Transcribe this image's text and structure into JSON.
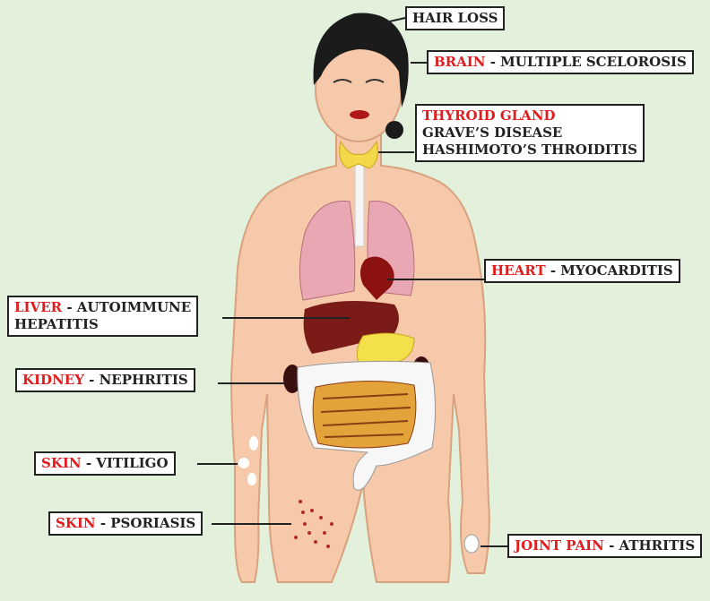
{
  "colors": {
    "background": "#e2f0dc",
    "skin": "#f6c9aa",
    "skin_outline": "#d9a27e",
    "hair": "#1b1b1b",
    "lungs": "#e9a7b4",
    "liver": "#7a1b18",
    "heart": "#8c1111",
    "thyroid": "#f3d94a",
    "intestines": "#e4a23a",
    "accent_red": "#e11d1d"
  },
  "labels": {
    "hair": {
      "text": "HAIR LOSS"
    },
    "brain": {
      "organ": "BRAIN",
      "condition": " - MULTIPLE SCELOROSIS"
    },
    "thyroid": {
      "organ": "THYROID GLAND",
      "line2": "GRAVE’S DISEASE",
      "line3": "HASHIMOTO’S THROIDITIS"
    },
    "heart": {
      "organ": "HEART",
      "condition": " - MYOCARDITIS"
    },
    "liver": {
      "organ": "LIVER",
      "condition": " - AUTOIMMUNE",
      "line2": "HEPATITIS"
    },
    "kidney": {
      "organ": "KIDNEY",
      "condition": " - NEPHRITIS"
    },
    "skin_vitiligo": {
      "organ": "SKIN",
      "condition": " - VITILIGO"
    },
    "skin_psoriasis": {
      "organ": "SKIN",
      "condition": " - PSORIASIS"
    },
    "joint": {
      "organ": "JOINT PAIN",
      "condition": " - ATHRITIS"
    }
  }
}
